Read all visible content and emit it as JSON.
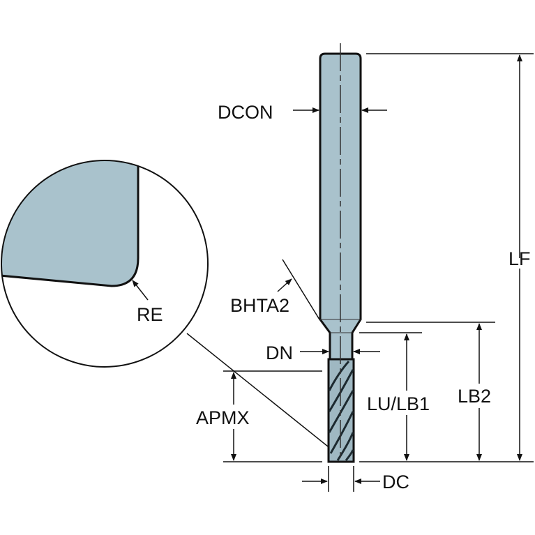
{
  "diagram": {
    "labels": {
      "dcon": "DCON",
      "lf": "LF",
      "bhta2": "BHTA2",
      "re": "RE",
      "dn": "DN",
      "lu_lb1": "LU/LB1",
      "lb2": "LB2",
      "apmx": "APMX",
      "dc": "DC"
    },
    "colors": {
      "tool_body": "#a9c2cc",
      "outline": "#111111",
      "flute_dark": "#2a3a40"
    }
  }
}
